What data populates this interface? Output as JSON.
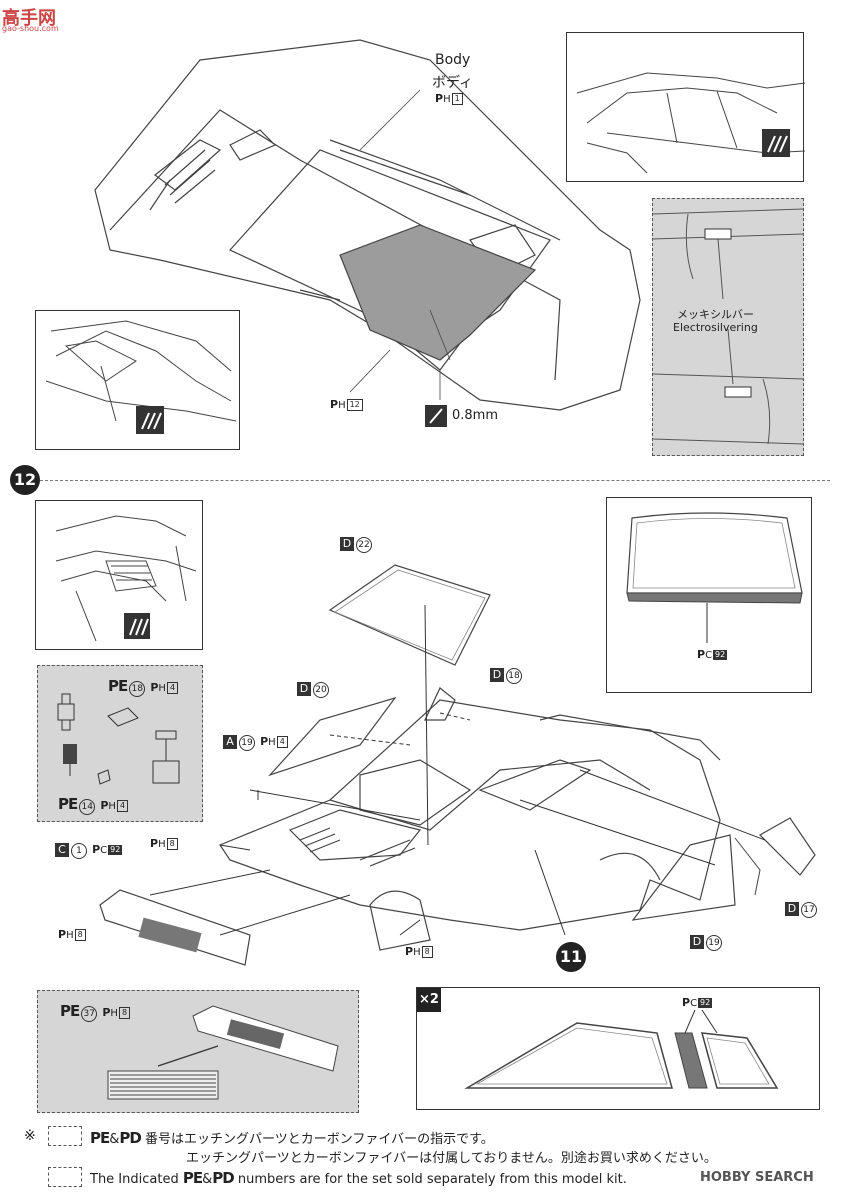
{
  "watermark": {
    "logo": "高手网",
    "site": "gao-shou.com"
  },
  "top": {
    "body_en": "Body",
    "body_jp": "ボディ",
    "body_ref_prefix": "P",
    "body_ref_sub": "H",
    "body_ref_num": "1",
    "ph12_prefix": "P",
    "ph12_sub": "H",
    "ph12_num": "12",
    "thickness": "0.8mm",
    "silver_jp": "メッキシルバー",
    "silver_en": "Electrosilvering"
  },
  "step12": {
    "step_num": "12",
    "d22": {
      "letter": "D",
      "num": "22"
    },
    "d20": {
      "letter": "D",
      "num": "20"
    },
    "d18": {
      "letter": "D",
      "num": "18"
    },
    "d17": {
      "letter": "D",
      "num": "17"
    },
    "d19": {
      "letter": "D",
      "num": "19"
    },
    "a19": {
      "letter": "A",
      "num": "19",
      "ref_prefix": "P",
      "ref_sub": "H",
      "ref_num": "4"
    },
    "c1": {
      "letter": "C",
      "num": "1",
      "ref_prefix": "P",
      "ref_sub": "C",
      "ref_num": "92"
    },
    "pe18": {
      "label": "PE",
      "num": "18",
      "ref_prefix": "P",
      "ref_sub": "H",
      "ref_num": "4"
    },
    "pe14": {
      "label": "PE",
      "num": "14",
      "ref_prefix": "P",
      "ref_sub": "H",
      "ref_num": "4"
    },
    "pe37": {
      "label": "PE",
      "num": "37",
      "ref_prefix": "P",
      "ref_sub": "H",
      "ref_num": "8"
    },
    "ph8_a": {
      "prefix": "P",
      "sub": "H",
      "num": "8"
    },
    "ph8_b": {
      "prefix": "P",
      "sub": "H",
      "num": "8"
    },
    "ph8_c": {
      "prefix": "P",
      "sub": "H",
      "num": "8"
    },
    "pc92_windshield": {
      "prefix": "P",
      "sub": "C",
      "num": "92"
    },
    "pc92_window": {
      "prefix": "P",
      "sub": "C",
      "num": "92"
    },
    "step11": "11",
    "x2": "×2"
  },
  "footer": {
    "mark": "※",
    "line1_pe": "PE",
    "line1_amp": "&",
    "line1_pd": "PD",
    "line1_text": "番号はエッチングパーツとカーボンファイバーの指示です。",
    "line2_text": "エッチングパーツとカーボンファイバーは付属しておりません。別途お買い求めください。",
    "line3_pre": "The Indicated",
    "line3_pe": "PE",
    "line3_amp": "&",
    "line3_pd": "PD",
    "line3_post": "numbers are for the set sold separately from this model kit.",
    "hobby_search": "HOBBY SEARCH"
  }
}
